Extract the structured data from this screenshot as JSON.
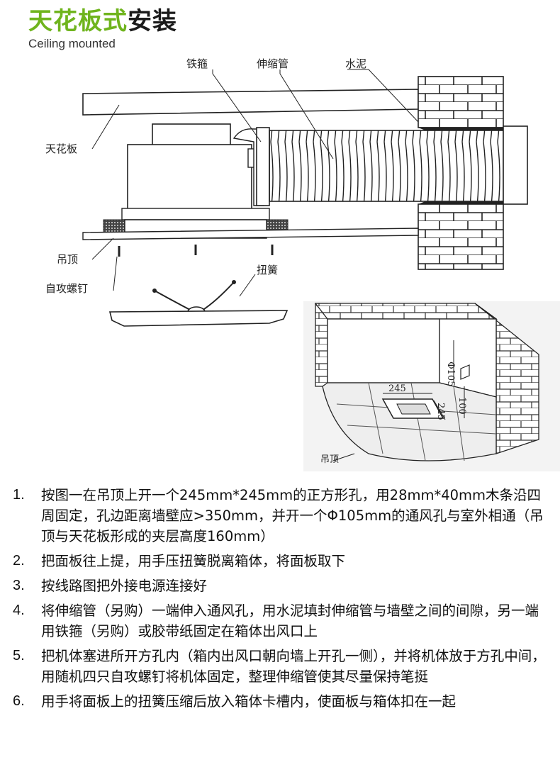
{
  "header": {
    "title_green": "天花板式",
    "title_black": "安装",
    "subtitle": "Ceiling mounted"
  },
  "diagram_top": {
    "labels": {
      "iron_hoop": "铁箍",
      "flex_duct": "伸缩管",
      "cement": "水泥",
      "ceiling_board": "天花板",
      "suspended_ceiling": "吊顶",
      "self_tapping_screw": "自攻螺钉",
      "torsion_spring": "扭簧"
    }
  },
  "diagram_bottom": {
    "labels": {
      "phi105": "Φ105",
      "d245": "245",
      "d245b": "245",
      "d100": "100",
      "suspended_ceiling": "吊顶"
    }
  },
  "steps": [
    {
      "num": "1.",
      "text": "按图一在吊顶上开一个245mm*245mm的正方形孔，用28mm*40mm木条沿四周固定，孔边距离墙壁应>350mm，并开一个Φ105mm的通风孔与室外相通（吊顶与天花板形成的夹层高度160mm）"
    },
    {
      "num": "2.",
      "text": "把面板往上提，用手压扭簧脱离箱体，将面板取下"
    },
    {
      "num": "3.",
      "text": "按线路图把外接电源连接好"
    },
    {
      "num": "4.",
      "text": "将伸缩管（另购）一端伸入通风孔，用水泥填封伸缩管与墙壁之间的间隙，另一端用铁箍（另购）或胶带纸固定在箱体出风口上"
    },
    {
      "num": "5.",
      "text": "把机体塞进所开方孔内（箱内出风口朝向墙上开孔一侧），并将机体放于方孔中间，用随机四只自攻螺钉将机体固定，整理伸缩管使其尽量保持笔挺"
    },
    {
      "num": "6.",
      "text": "用手将面板上的扭簧压缩后放入箱体卡槽内，使面板与箱体扣在一起"
    }
  ]
}
